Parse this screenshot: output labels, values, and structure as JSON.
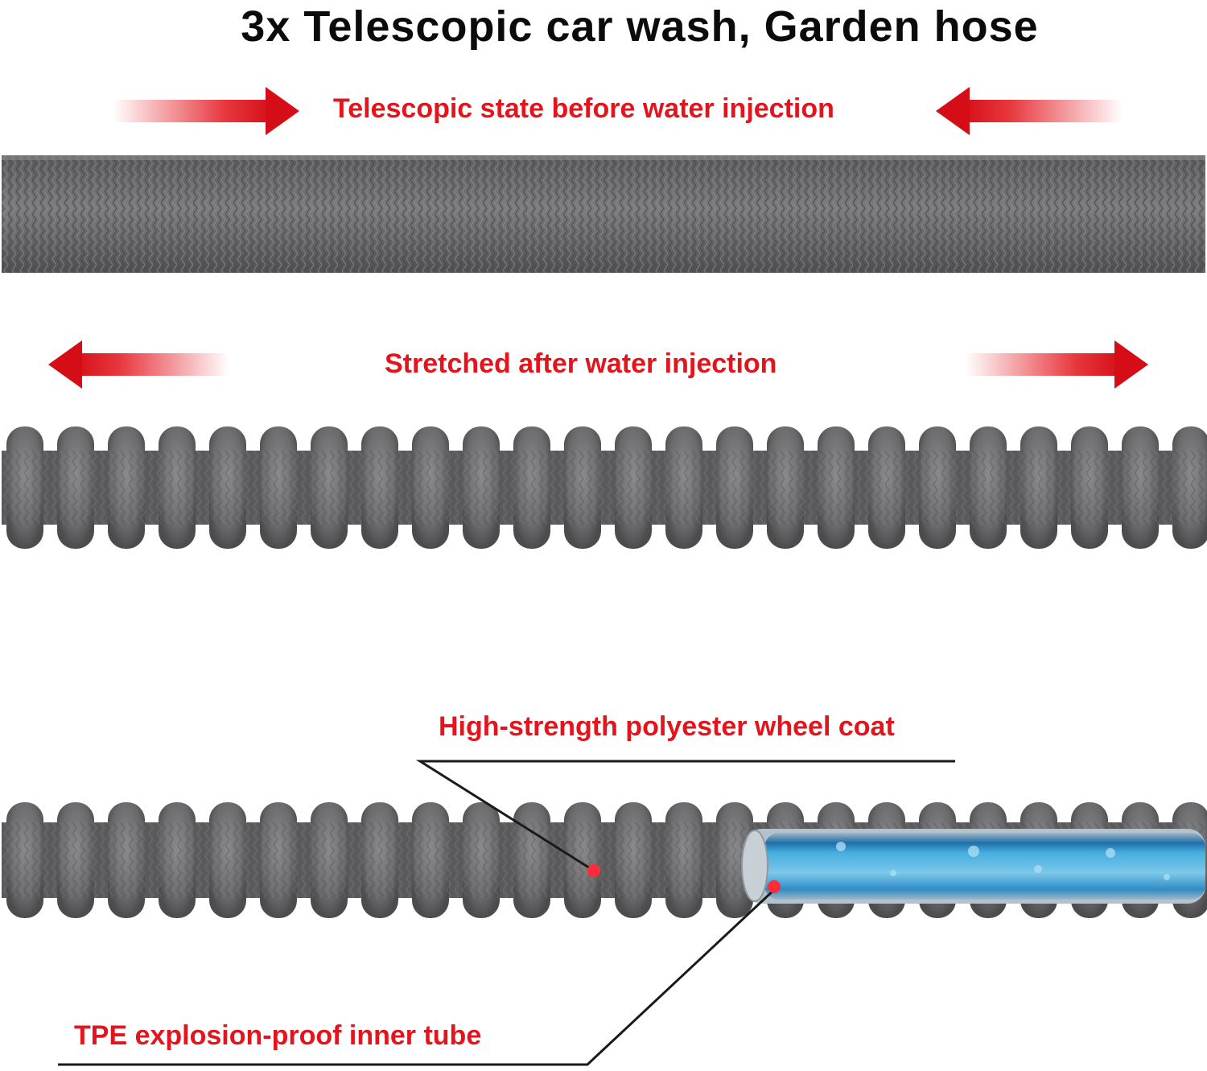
{
  "title": "3x Telescopic car wash, Garden hose",
  "labels": {
    "before": "Telescopic state before water injection",
    "after": "Stretched after water injection",
    "coat": "High-strength polyester wheel coat",
    "inner": "TPE explosion-proof inner tube"
  },
  "colors": {
    "label_red": "#e3141c",
    "hose_gray": "#6e6e70",
    "tube_blue": "#5bb8dc"
  },
  "icons": [
    "arrow-right-icon",
    "arrow-left-icon"
  ]
}
